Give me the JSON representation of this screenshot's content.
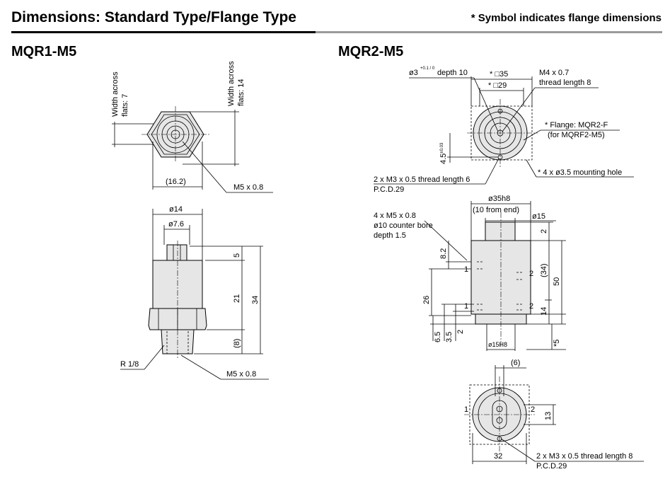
{
  "header": {
    "title": "Dimensions: Standard Type/Flange Type",
    "note": "* Symbol indicates flange dimensions"
  },
  "mqr1": {
    "title": "MQR1-M5",
    "width_across_1": "Width across",
    "flats_7": "flats: 7",
    "width_across_2": "Width across",
    "flats_14": "flats: 14",
    "dim_16_2": "(16.2)",
    "port_top": "M5 x 0.8",
    "dia_14": "ø14",
    "dia_7_6": "ø7.6",
    "dim_5": "5",
    "dim_21": "21",
    "dim_34": "34",
    "dim_8": "(8)",
    "thread_r": "R 1/8",
    "port_bottom": "M5 x 0.8"
  },
  "mqr2": {
    "title": "MQR2-M5",
    "bore_label": "ø3",
    "bore_tol": "+0.1 / 0",
    "bore_depth": "depth 10",
    "sq_35": "* □35",
    "sq_29": "* □29",
    "m4": "M4 x 0.7",
    "m4_len": "thread length 8",
    "flange": "* Flange: MQR2-F",
    "flange_for": "(for MQRF2-M5)",
    "dim_4_5": "4.5",
    "dim_4_5_tol": "±0.03",
    "m3_top": "2 x M3 x 0.5 thread length 6",
    "pcd_top": "P.C.D.29",
    "mount_hole": "* 4 x ø3.5 mounting hole",
    "dia_35h8": "ø35h8",
    "from_end": "(10 from end)",
    "dia_15": "ø15",
    "m5_4x": "4 x M5 x 0.8",
    "counter_bore": "ø10 counter bore",
    "cb_depth": "depth 1.5",
    "dim_2a": "2",
    "dim_8_2": "8.2",
    "dim_34p": "(34)",
    "dim_50": "50",
    "dim_26": "26",
    "dim_14": "14",
    "dim_6_5": "6.5",
    "dim_3_5": "3.5",
    "dim_2b": "2",
    "dim_5s": "*5",
    "dia_15h8": "ø15H8",
    "port_1a": "1",
    "port_2a": "2",
    "port_1b": "1",
    "port_2b": "2",
    "dim_6": "(6)",
    "dim_13": "13",
    "dim_32": "32",
    "port_1c": "1",
    "port_2c": "2",
    "m3_bottom": "2 x M3 x 0.5 thread length 8",
    "pcd_bottom": "P.C.D.29"
  }
}
